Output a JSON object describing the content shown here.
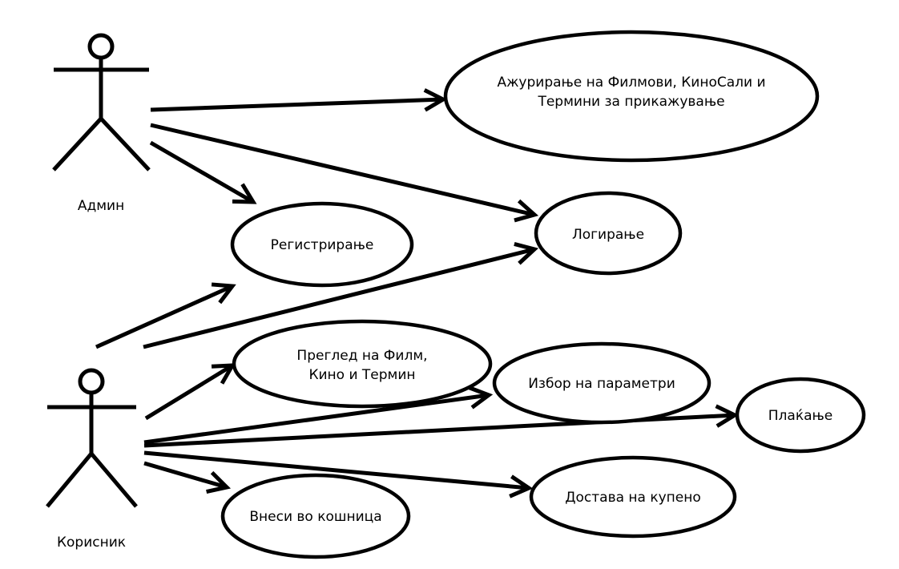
{
  "diagram": {
    "type": "use-case",
    "actors": [
      {
        "id": "admin",
        "label": "Админ"
      },
      {
        "id": "user",
        "label": "Корисник"
      }
    ],
    "use_cases": [
      {
        "id": "update",
        "lines": [
          "Ажурирање на Филмови, КиноСали и",
          "Термини за прикажување"
        ]
      },
      {
        "id": "register",
        "lines": [
          "Регистрирање"
        ]
      },
      {
        "id": "login",
        "lines": [
          "Логирање"
        ]
      },
      {
        "id": "browse",
        "lines": [
          "Преглед на Филм,",
          "Кино и Термин"
        ]
      },
      {
        "id": "params",
        "lines": [
          "Избор на параметри"
        ]
      },
      {
        "id": "pay",
        "lines": [
          "Плаќање"
        ]
      },
      {
        "id": "cart",
        "lines": [
          "Внеси во кошница"
        ]
      },
      {
        "id": "delivery",
        "lines": [
          "Достава на купено"
        ]
      }
    ],
    "associations": [
      {
        "from": "admin",
        "to": "update"
      },
      {
        "from": "admin",
        "to": "login"
      },
      {
        "from": "admin",
        "to": "register"
      },
      {
        "from": "user",
        "to": "register"
      },
      {
        "from": "user",
        "to": "login"
      },
      {
        "from": "user",
        "to": "browse"
      },
      {
        "from": "user",
        "to": "params"
      },
      {
        "from": "user",
        "to": "pay"
      },
      {
        "from": "user",
        "to": "cart"
      },
      {
        "from": "user",
        "to": "delivery"
      }
    ]
  }
}
